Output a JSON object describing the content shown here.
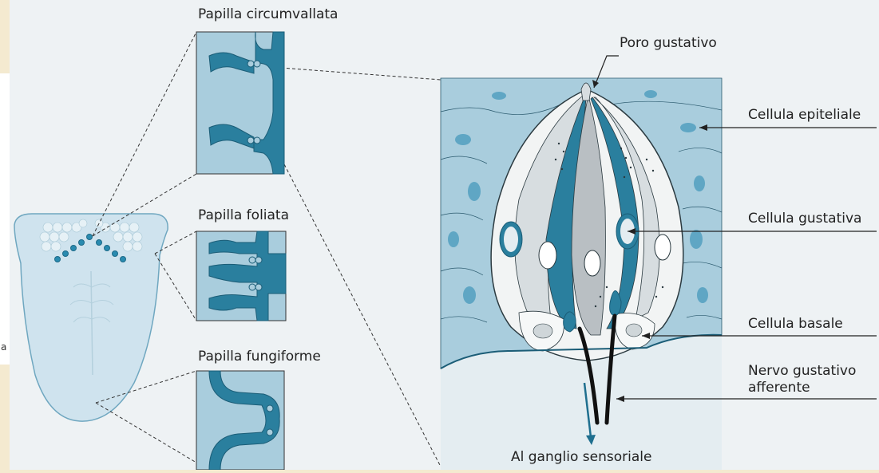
{
  "labels": {
    "papilla_circumvallata": "Papilla circumvallata",
    "papilla_foliata": "Papilla foliata",
    "papilla_fungiforme": "Papilla fungiforme",
    "poro_gustativo": "Poro gustativo",
    "cellula_epiteliale": "Cellula epiteliale",
    "cellula_gustativa": "Cellula gustativa",
    "cellula_basale": "Cellula basale",
    "nervo_line1": "Nervo gustativo",
    "nervo_line2": "afferente",
    "ganglio": "Al ganglio sensoriale",
    "edge_fragment": "a"
  },
  "colors": {
    "background_frame": "#f4ead0",
    "panel": "#eef2f4",
    "tongue": "#cfe3ee",
    "epithelium": "#a9cddd",
    "cell_dark": "#2a7f9e",
    "cell_light": "#e8eef0",
    "cell_gray": "#b9bfc3",
    "nerve": "#111111"
  }
}
